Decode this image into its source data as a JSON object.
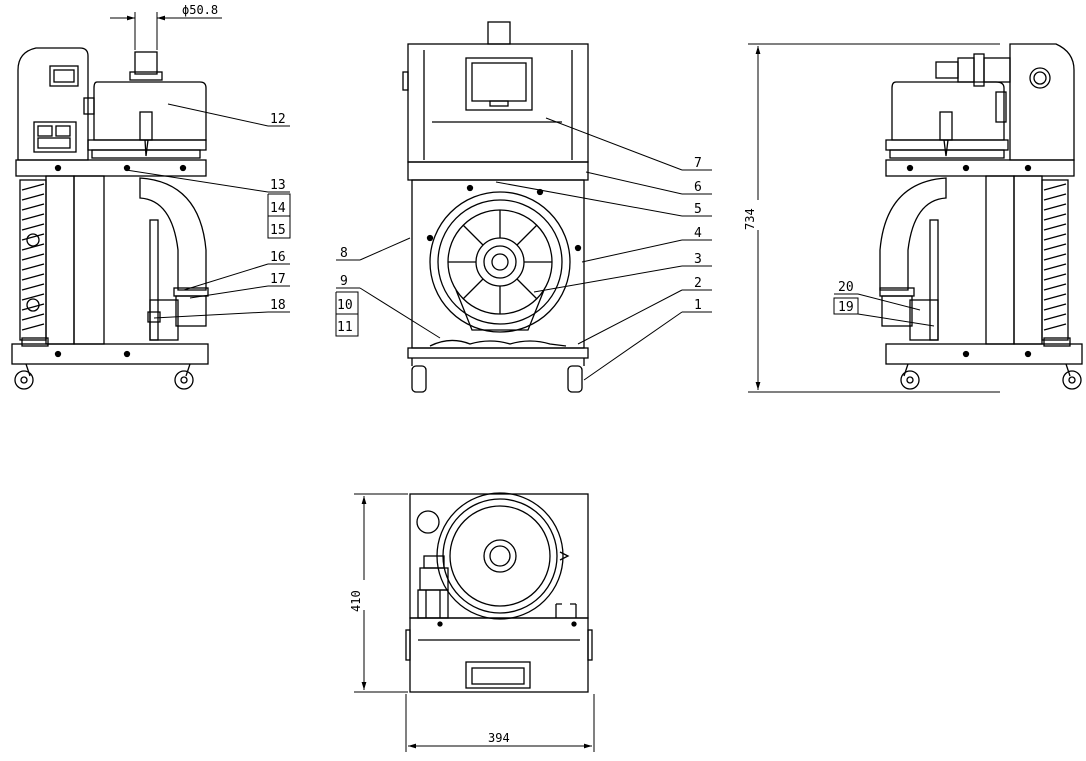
{
  "drawing": {
    "line_color": "#000000",
    "background": "#ffffff",
    "dimensions": {
      "pipe_diameter": "ϕ50.8",
      "height": "734",
      "depth": "410",
      "width": "394"
    },
    "part_labels": {
      "p1": "1",
      "p2": "2",
      "p3": "3",
      "p4": "4",
      "p5": "5",
      "p6": "6",
      "p7": "7",
      "p8": "8",
      "p9": "9",
      "p10": "10",
      "p11": "11",
      "p12": "12",
      "p13": "13",
      "p14": "14",
      "p15": "15",
      "p16": "16",
      "p17": "17",
      "p18": "18",
      "p19": "19",
      "p20": "20"
    }
  }
}
